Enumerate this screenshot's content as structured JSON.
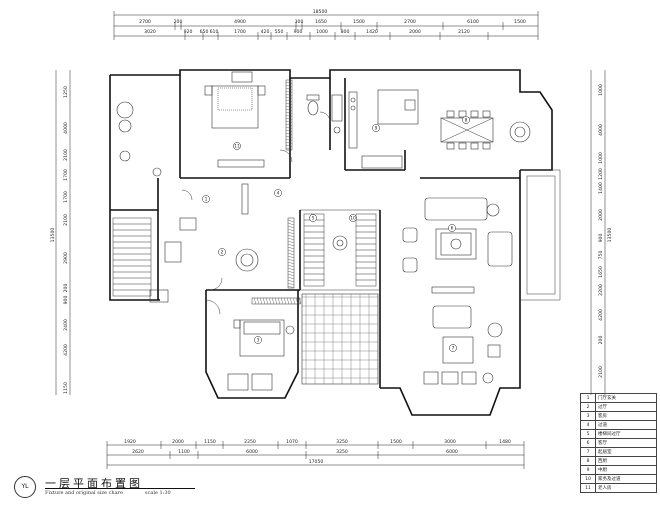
{
  "drawing": {
    "title": "一层平面布置图",
    "subtitle": "Fixture and original size chare",
    "scale": "scale 1:30",
    "logo": "YL"
  },
  "dimensions": {
    "top_total": "18500",
    "top_row1": [
      "2700",
      "200",
      "4900",
      "300",
      "1650",
      "1500",
      "2700",
      "6100",
      "1500"
    ],
    "top_row2": [
      "3020",
      "920",
      "650",
      "610",
      "1700",
      "420",
      "550",
      "900",
      "1000",
      "800",
      "1420",
      "2000",
      "2120"
    ],
    "bottom_row1": [
      "1920",
      "2000",
      "1150",
      "2250",
      "1070",
      "3250",
      "1500",
      "3000",
      "1480"
    ],
    "bottom_row2": [
      "2620",
      "1100",
      "6000",
      "3250",
      "6000"
    ],
    "bottom_total": "17050",
    "left_total": "13500",
    "left_col": [
      "1250",
      "4000",
      "2100",
      "1700",
      "1700",
      "2100",
      "2900",
      "200",
      "900",
      "2400",
      "4200",
      "1150"
    ],
    "right_total": "13500",
    "right_col": [
      "1000",
      "4000",
      "1000",
      "1200",
      "1400",
      "2000",
      "900",
      "750",
      "1650",
      "2200",
      "4200",
      "200",
      "2100"
    ]
  },
  "room_markers": [
    "1",
    "2",
    "3",
    "4",
    "5",
    "6",
    "7",
    "8",
    "9",
    "10",
    "11"
  ],
  "legend": [
    {
      "num": "1",
      "label": "门厅玄关"
    },
    {
      "num": "2",
      "label": "过厅"
    },
    {
      "num": "3",
      "label": "客房"
    },
    {
      "num": "4",
      "label": "过道"
    },
    {
      "num": "5",
      "label": "楼梯间过厅"
    },
    {
      "num": "6",
      "label": "客厅"
    },
    {
      "num": "7",
      "label": "起居室"
    },
    {
      "num": "8",
      "label": "西厨"
    },
    {
      "num": "9",
      "label": "中厨"
    },
    {
      "num": "10",
      "label": "家务及过道"
    },
    {
      "num": "11",
      "label": "老人房"
    }
  ]
}
